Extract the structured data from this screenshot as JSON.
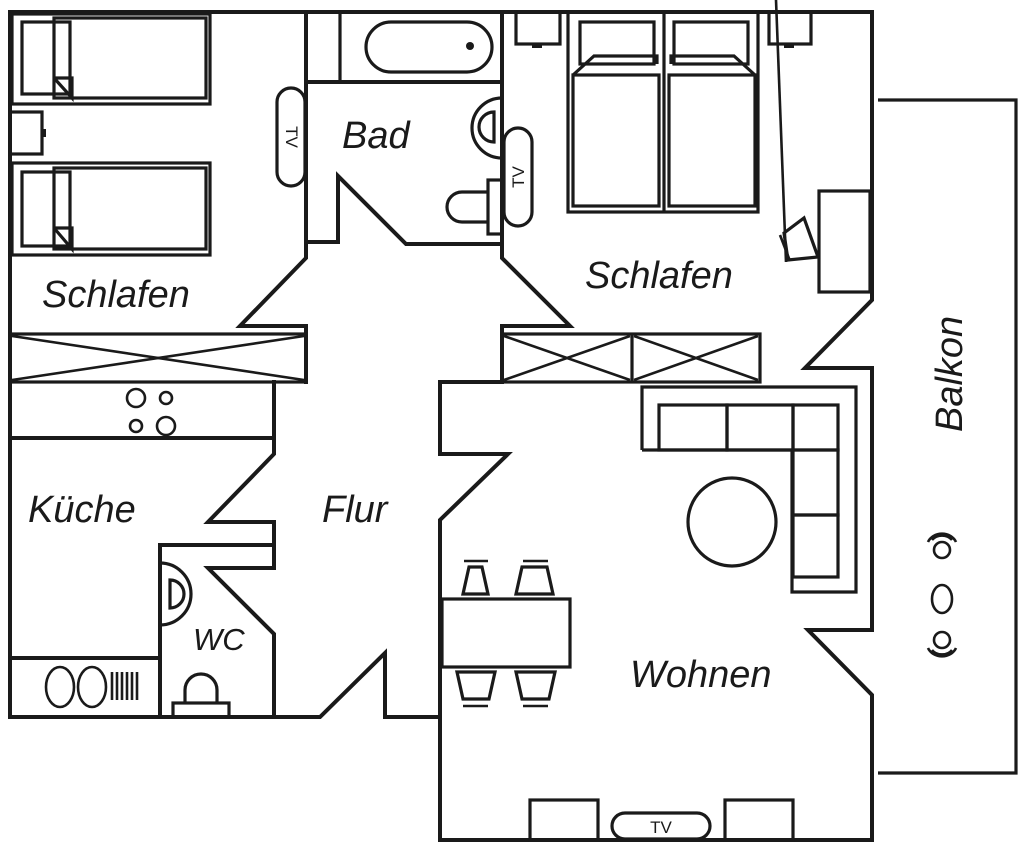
{
  "plan": {
    "rooms": {
      "schlafen_left": "Schlafen",
      "bad": "Bad",
      "schlafen_right": "Schlafen",
      "kueche": "Küche",
      "flur": "Flur",
      "wc": "WC",
      "wohnen": "Wohnen",
      "balkon": "Balkon"
    },
    "tv_labels": {
      "schlafen_left": "TV",
      "schlafen_right": "TV",
      "wohnen": "TV"
    },
    "line_color": "#1a1a1a",
    "background": "#ffffff"
  }
}
